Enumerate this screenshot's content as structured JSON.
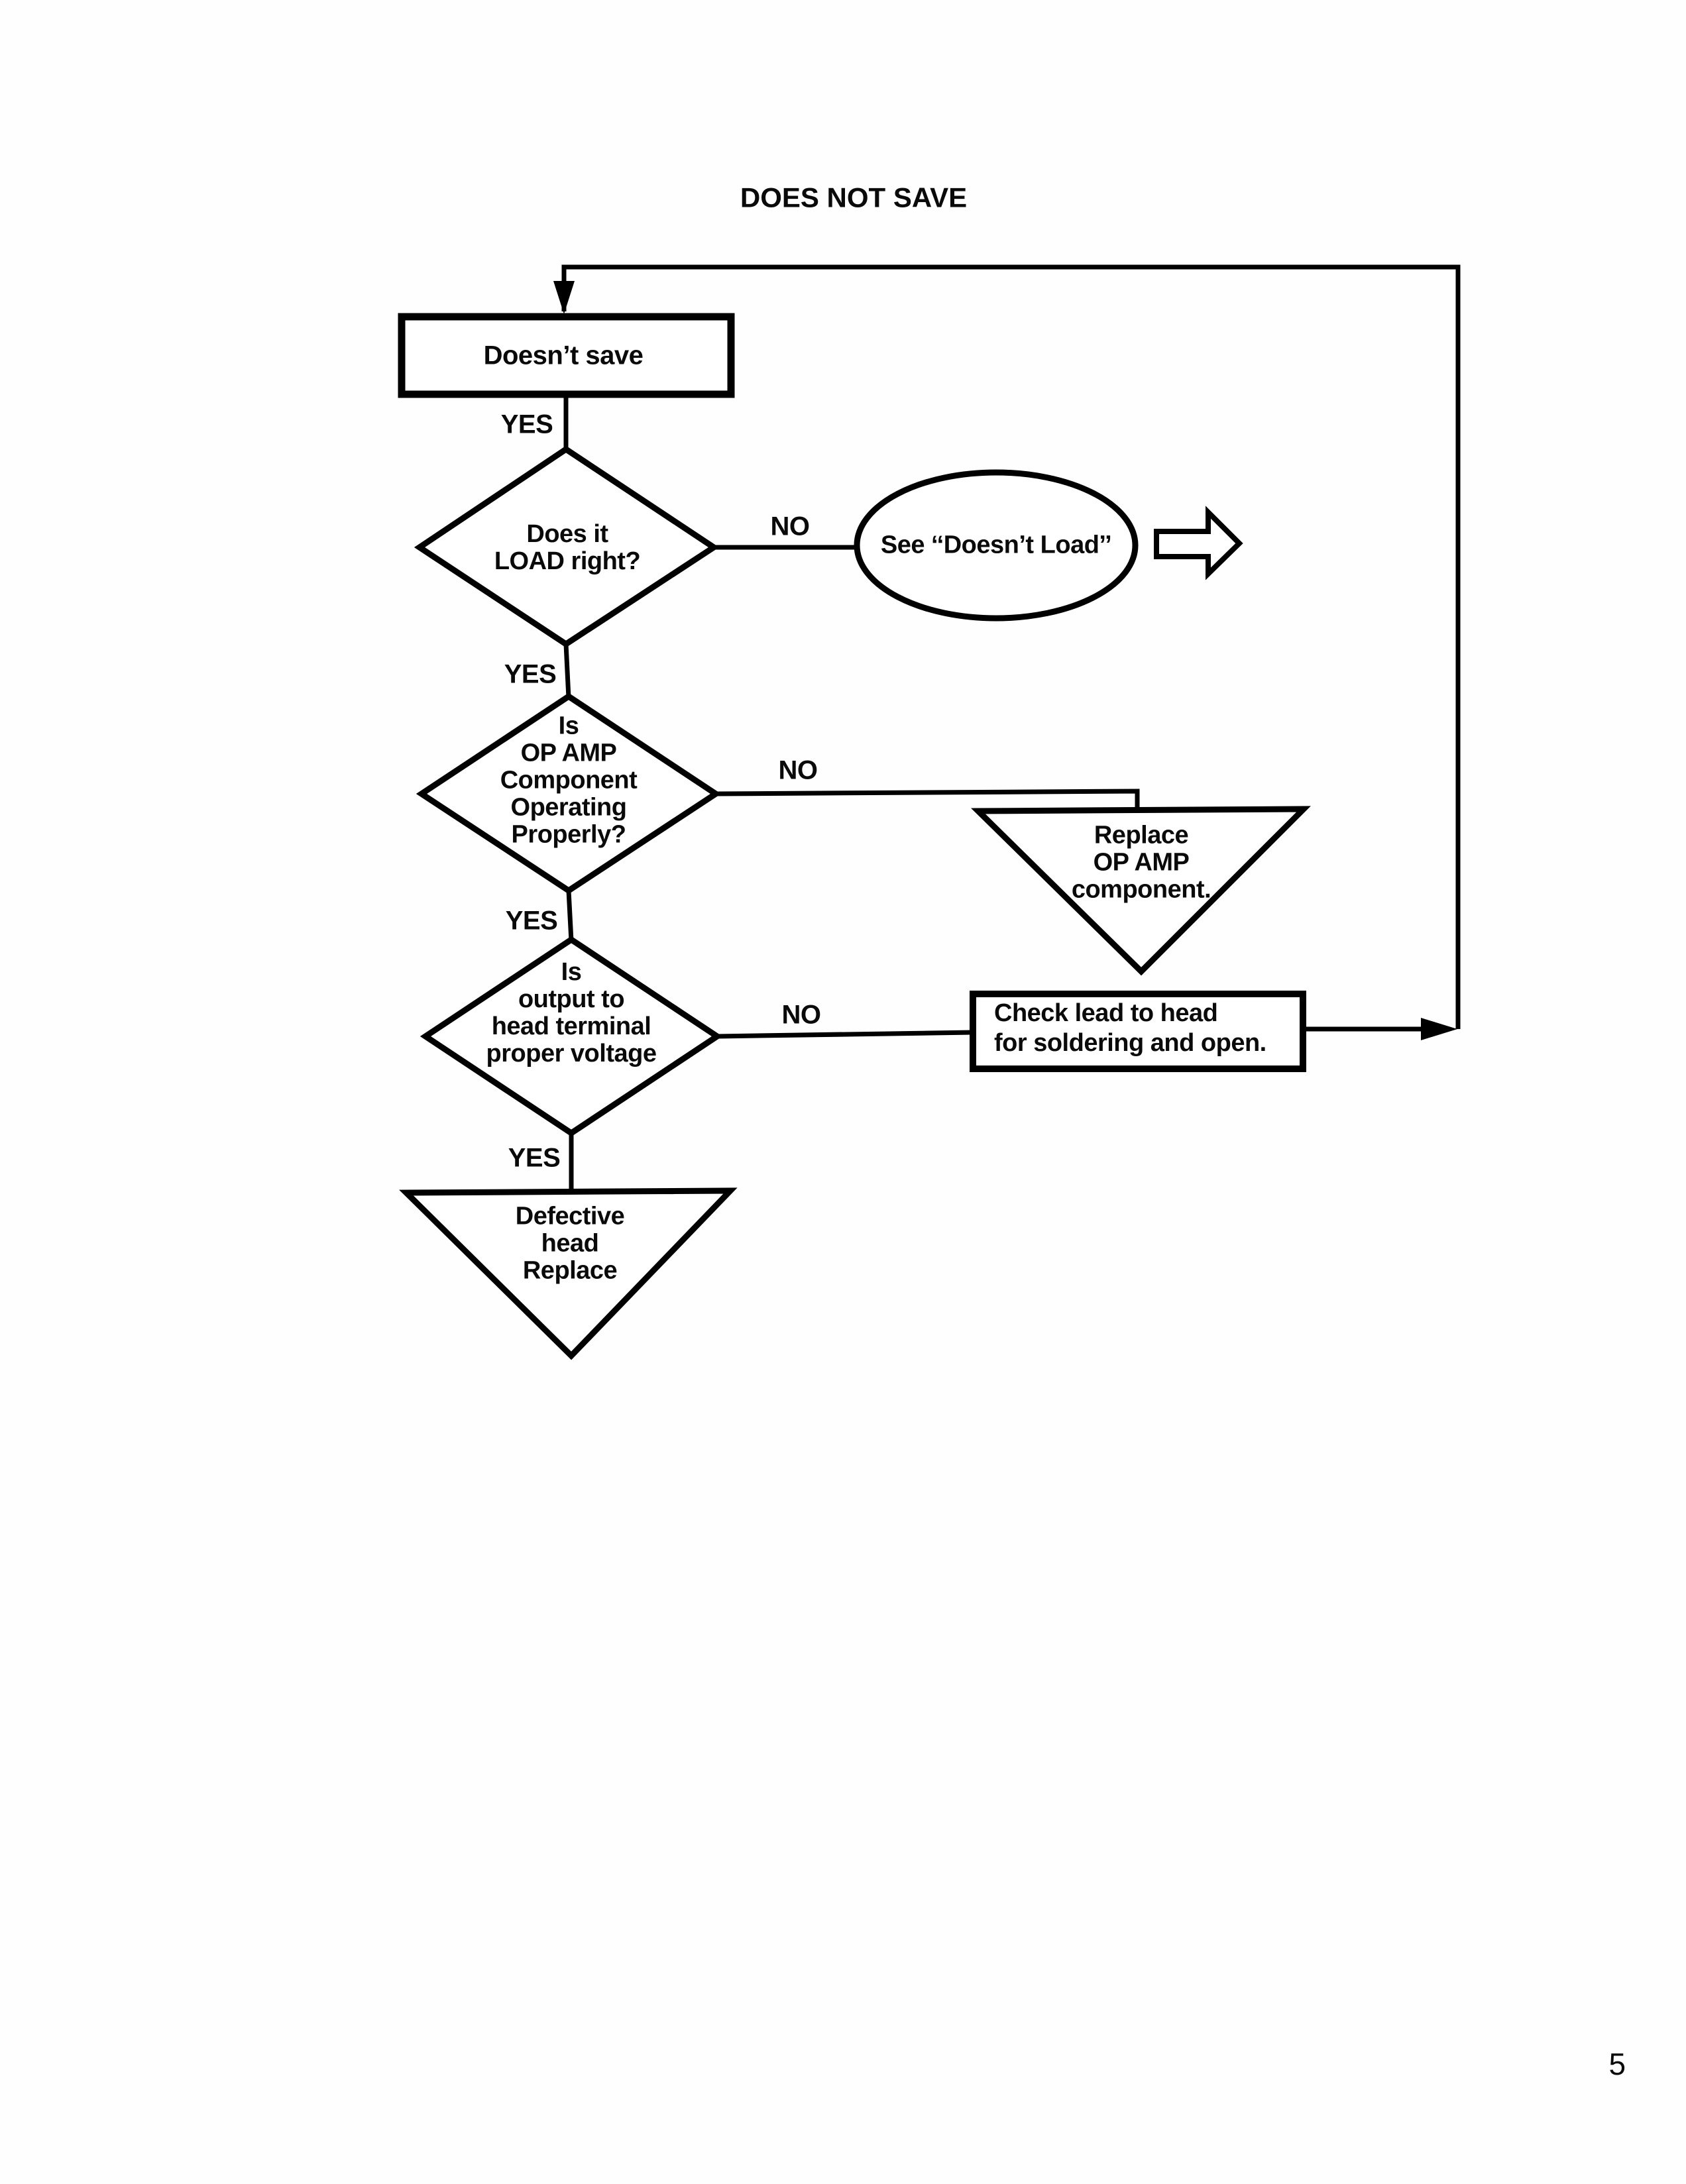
{
  "title": "DOES NOT SAVE",
  "page_number": "5",
  "colors": {
    "ink": "#000000",
    "paper": "#ffffff"
  },
  "nodes": {
    "start": "Doesn’t save",
    "load_right": "Does it\nLOAD right?",
    "see_doesnt_load": "See ‘‘Doesn’t Load’’",
    "opamp": "Is\nOP AMP\nComponent\nOperating\nProperly?",
    "replace_opamp": "Replace\nOP AMP\ncomponent.",
    "voltage": "Is\noutput to\nhead terminal\nproper voltage",
    "check_lead": "Check lead to head\nfor soldering and open.",
    "defective_head": "Defective\nhead\nReplace"
  },
  "edge_labels": {
    "yes1": "YES",
    "yes2": "YES",
    "yes3": "YES",
    "yes4": "YES",
    "no1": "NO",
    "no2": "NO",
    "no3": "NO"
  }
}
